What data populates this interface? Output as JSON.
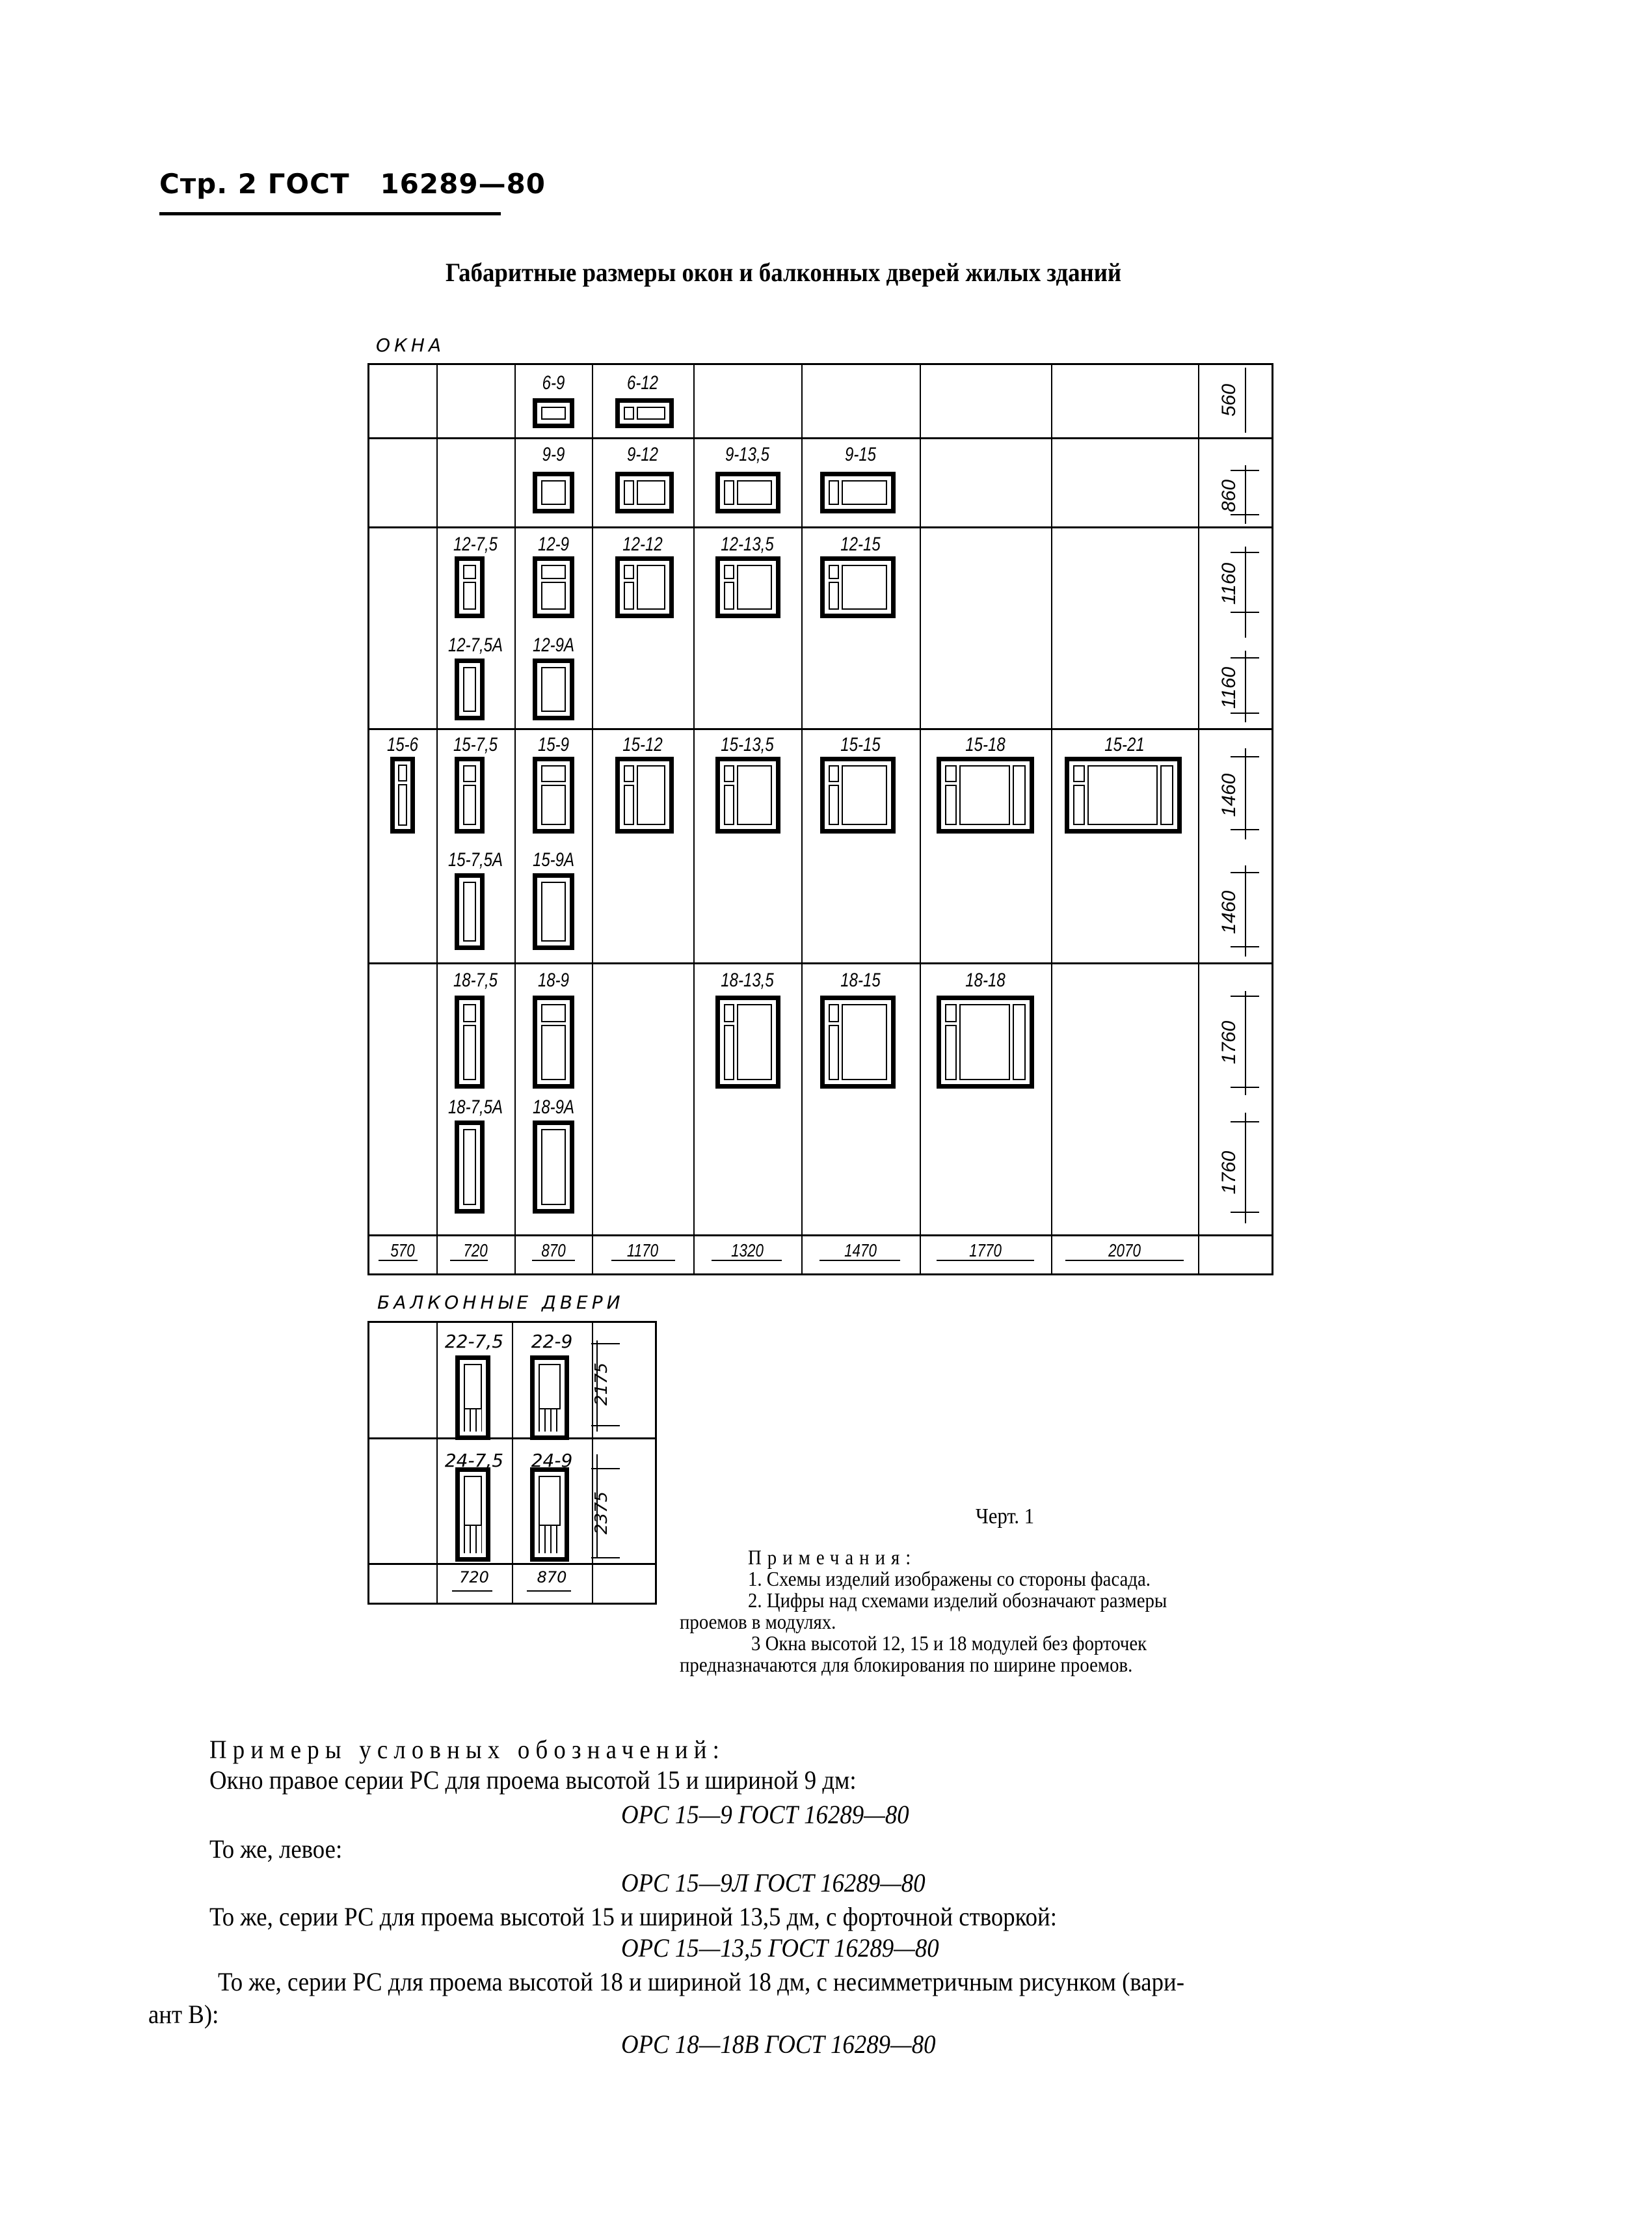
{
  "header": {
    "page_label": "Стр. 2 ГОСТ   16289—80"
  },
  "title": "Габаритные размеры окон и балконных дверей жилых зданий",
  "windows_section": {
    "label": "ОКНА",
    "columns_widths_mm": [
      "570",
      "720",
      "870",
      "1170",
      "1320",
      "1470",
      "1770",
      "2070"
    ],
    "row_heights_mm": [
      "560",
      "860",
      "1160",
      "1160",
      "1460",
      "1460",
      "1760",
      "1760"
    ],
    "items": [
      {
        "code": "6-9"
      },
      {
        "code": "6-12"
      },
      {
        "code": "9-9"
      },
      {
        "code": "9-12"
      },
      {
        "code": "9-13,5"
      },
      {
        "code": "9-15"
      },
      {
        "code": "12-7,5"
      },
      {
        "code": "12-9"
      },
      {
        "code": "12-12"
      },
      {
        "code": "12-13,5"
      },
      {
        "code": "12-15"
      },
      {
        "code": "12-7,5А"
      },
      {
        "code": "12-9А"
      },
      {
        "code": "15-6"
      },
      {
        "code": "15-7,5"
      },
      {
        "code": "15-9"
      },
      {
        "code": "15-12"
      },
      {
        "code": "15-13,5"
      },
      {
        "code": "15-15"
      },
      {
        "code": "15-18"
      },
      {
        "code": "15-21"
      },
      {
        "code": "15-7,5А"
      },
      {
        "code": "15-9А"
      },
      {
        "code": "18-7,5"
      },
      {
        "code": "18-9"
      },
      {
        "code": "18-13,5"
      },
      {
        "code": "18-15"
      },
      {
        "code": "18-18"
      },
      {
        "code": "18-7,5А"
      },
      {
        "code": "18-9А"
      }
    ]
  },
  "doors_section": {
    "label": "БАЛКОННЫЕ ДВЕРИ",
    "items": [
      {
        "code": "22-7,5"
      },
      {
        "code": "22-9"
      },
      {
        "code": "24-7,5"
      },
      {
        "code": "24-9"
      }
    ],
    "row_heights_mm": [
      "2175",
      "2375"
    ],
    "columns_widths_mm": [
      "720",
      "870"
    ]
  },
  "figure_caption": "Черт. 1",
  "notes": {
    "heading": "Примечания:",
    "items": [
      "1. Схемы изделий изображены со стороны фасада.",
      "2. Цифры над схемами изделий обозначают  размеры",
      "проемов в модулях.",
      "3 Окна высотой 12, 15 и 18  модулей без  форточек",
      "предназначаются для блокирования по ширине проемов."
    ]
  },
  "examples": {
    "heading": "Примеры условных обозначений:",
    "lines": [
      {
        "text": "Окно правое серии РС для проема высотой  15 и шириной 9 дм:"
      },
      {
        "code": "ОРС 15—9 ГОСТ 16289—80"
      },
      {
        "text": "То же, левое:"
      },
      {
        "code": "ОРС 15—9Л ГОСТ 16289—80"
      },
      {
        "text": "То же, серии РС для проема высотой 15 и шириной 13,5 дм, с форточной створкой:"
      },
      {
        "code": "ОРС 15—13,5 ГОСТ 16289—80"
      },
      {
        "text": "То же, серии РС для проема высотой  18 и шириной 18 дм, с несимметричным рисунком (вари-"
      },
      {
        "text": "ант В):"
      },
      {
        "code": "ОРС 18—18В ГОСТ 16289—80"
      }
    ]
  }
}
